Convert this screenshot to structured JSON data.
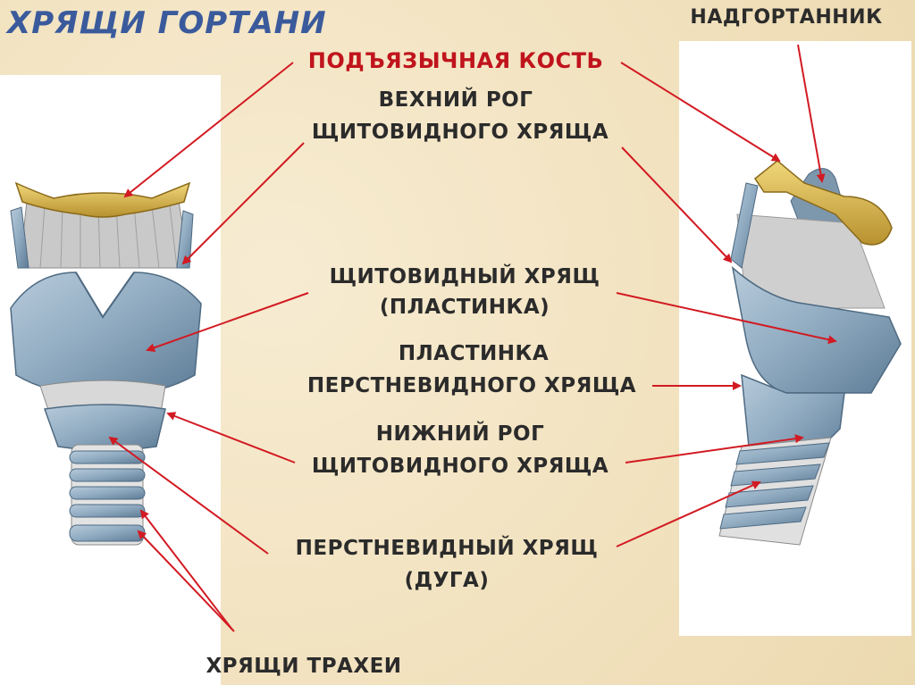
{
  "title": "ХРЯЩИ ГОРТАНИ",
  "labels": {
    "epiglottis": "НАДГОРТАННИК",
    "hyoid": "ПОДЪЯЗЫЧНАЯ КОСТЬ",
    "superior_horn_1": "ВЕХНИЙ РОГ",
    "superior_horn_2": "ЩИТОВИДНОГО ХРЯЩА",
    "thyroid_1": "ЩИТОВИДНЫЙ ХРЯЩ",
    "thyroid_2": "(ПЛАСТИНКА)",
    "cricoid_lamina_1": "ПЛАСТИНКА",
    "cricoid_lamina_2": "ПЕРСТНЕВИДНОГО ХРЯЩА",
    "inferior_horn_1": "НИЖНИЙ РОГ",
    "inferior_horn_2": "ЩИТОВИДНОГО ХРЯЩА",
    "cricoid_arch_1": "ПЕРСТНЕВИДНЫЙ ХРЯЩ",
    "cricoid_arch_2": "(ДУГА)",
    "tracheal": "ХРЯЩИ ТРАХЕИ"
  },
  "colors": {
    "title": "#3a5a9c",
    "hyoid_label": "#c0141c",
    "arrow": "#d21a22",
    "cartilage": "#8ea9bf",
    "cartilage_dark": "#5e7c96",
    "bone": "#d9b64a"
  }
}
